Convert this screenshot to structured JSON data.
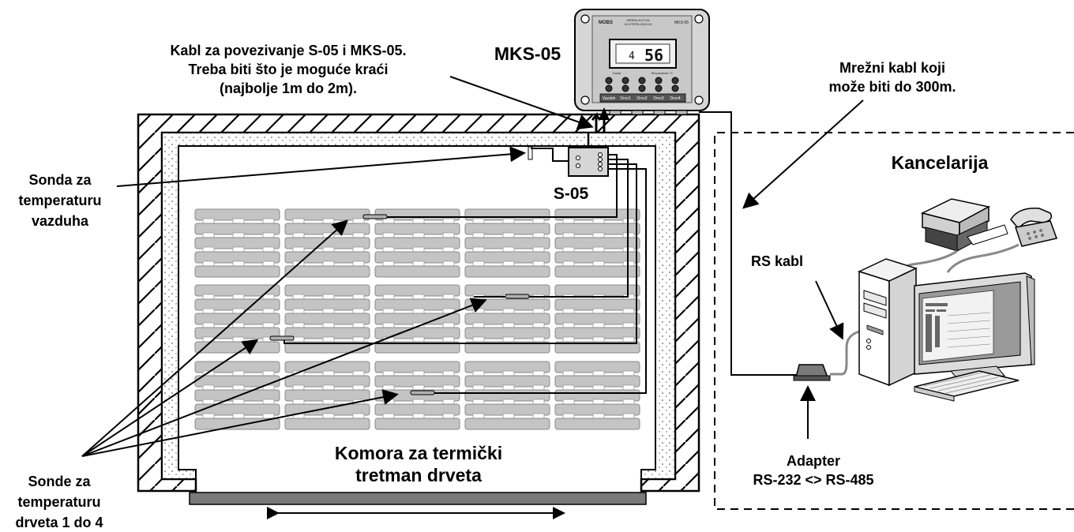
{
  "labels": {
    "cable_note": [
      "Kabl za povezivanje S-05 i MKS-05.",
      "Treba biti što je moguće kraći",
      "(najbolje 1m do 2m)."
    ],
    "mks_title": "MKS-05",
    "network_note": [
      "Mrežni kabl koji",
      "može biti do 300m."
    ],
    "office": "Kancelarija",
    "air_probe": [
      "Sonda za",
      "temperaturu",
      "vazduha"
    ],
    "s05": "S-05",
    "rs_cable": "RS kabl",
    "chamber": [
      "Komora za termički",
      "tretman drveta"
    ],
    "wood_probes": [
      "Sonde za",
      "temperaturu",
      "drveta 1 do 4"
    ],
    "adapter": [
      "Adapter",
      "RS-232 <> RS-485"
    ]
  },
  "device": {
    "brand": "MOBS",
    "subtitle": [
      "MERNA KUTIJA",
      "ZA STERILIZACIJU"
    ],
    "model": "MKS-05",
    "display_small": "4",
    "display_big": "56",
    "display_left": "Kanal",
    "display_right": "Temperatura °C",
    "buttons": [
      "Vazduh",
      "Drvo1",
      "Drvo2",
      "Drvo3",
      "Drvo4"
    ]
  },
  "colors": {
    "wall": "#ffffff",
    "insulation": "#e6e6e6",
    "pallet": "#c4c4c4",
    "device_body": "#d6d6d6",
    "door": "#7a7a7a"
  }
}
